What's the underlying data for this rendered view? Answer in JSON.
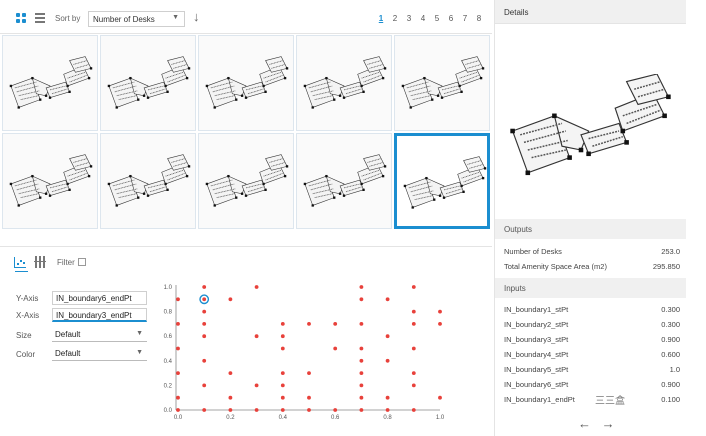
{
  "toolbar": {
    "sort_label": "Sort by",
    "sort_value": "Number of Desks",
    "sort_icon": "arrow-down-icon",
    "pages": [
      "1",
      "2",
      "3",
      "4",
      "5",
      "6",
      "7",
      "8"
    ],
    "active_page": "1"
  },
  "bottom": {
    "filter_label": "Filter",
    "fields": [
      {
        "label": "Y-Axis",
        "value": "IN_boundary6_endPt",
        "kind": "input"
      },
      {
        "label": "X-Axis",
        "value": "IN_boundary3_endPt",
        "kind": "input"
      },
      {
        "label": "Size",
        "value": "Default",
        "kind": "select"
      },
      {
        "label": "Color",
        "value": "Default",
        "kind": "select"
      }
    ]
  },
  "chart_data": {
    "type": "scatter",
    "xlim": [
      0.0,
      1.0
    ],
    "ylim": [
      0.0,
      1.0
    ],
    "x_ticks": [
      "0.0",
      "0.2",
      "0.4",
      "0.6",
      "0.8",
      "1.0"
    ],
    "y_ticks": [
      "0.0",
      "0.2",
      "0.4",
      "0.6",
      "0.8",
      "1.0"
    ],
    "color": "#e8413b",
    "highlight_color": "#1b8ed0",
    "points": [
      [
        0.0,
        0.9
      ],
      [
        0.0,
        0.7
      ],
      [
        0.0,
        0.5
      ],
      [
        0.0,
        0.3
      ],
      [
        0.0,
        0.1
      ],
      [
        0.0,
        0.0
      ],
      [
        0.1,
        1.0
      ],
      [
        0.1,
        0.9
      ],
      [
        0.1,
        0.8
      ],
      [
        0.1,
        0.7
      ],
      [
        0.1,
        0.6
      ],
      [
        0.1,
        0.4
      ],
      [
        0.1,
        0.2
      ],
      [
        0.1,
        0.0
      ],
      [
        0.2,
        0.9
      ],
      [
        0.2,
        0.3
      ],
      [
        0.2,
        0.1
      ],
      [
        0.2,
        0.0
      ],
      [
        0.3,
        1.0
      ],
      [
        0.3,
        0.6
      ],
      [
        0.3,
        0.2
      ],
      [
        0.3,
        0.0
      ],
      [
        0.4,
        0.7
      ],
      [
        0.4,
        0.6
      ],
      [
        0.4,
        0.5
      ],
      [
        0.4,
        0.3
      ],
      [
        0.4,
        0.2
      ],
      [
        0.4,
        0.1
      ],
      [
        0.4,
        0.0
      ],
      [
        0.5,
        0.7
      ],
      [
        0.5,
        0.3
      ],
      [
        0.5,
        0.1
      ],
      [
        0.5,
        0.0
      ],
      [
        0.6,
        0.7
      ],
      [
        0.6,
        0.5
      ],
      [
        0.6,
        0.0
      ],
      [
        0.7,
        1.0
      ],
      [
        0.7,
        0.9
      ],
      [
        0.7,
        0.7
      ],
      [
        0.7,
        0.5
      ],
      [
        0.7,
        0.4
      ],
      [
        0.7,
        0.3
      ],
      [
        0.7,
        0.2
      ],
      [
        0.7,
        0.1
      ],
      [
        0.7,
        0.0
      ],
      [
        0.8,
        0.9
      ],
      [
        0.8,
        0.6
      ],
      [
        0.8,
        0.4
      ],
      [
        0.8,
        0.1
      ],
      [
        0.8,
        0.0
      ],
      [
        0.9,
        1.0
      ],
      [
        0.9,
        0.8
      ],
      [
        0.9,
        0.7
      ],
      [
        0.9,
        0.5
      ],
      [
        0.9,
        0.3
      ],
      [
        0.9,
        0.2
      ],
      [
        0.9,
        0.0
      ],
      [
        1.0,
        0.8
      ],
      [
        1.0,
        0.7
      ],
      [
        1.0,
        0.1
      ]
    ],
    "highlight": [
      0.1,
      0.9
    ]
  },
  "details": {
    "title": "Details",
    "outputs_title": "Outputs",
    "outputs": [
      {
        "k": "Number of Desks",
        "v": "253.0"
      },
      {
        "k": "Total Amenity Space Area (m2)",
        "v": "295.850"
      }
    ],
    "inputs_title": "Inputs",
    "inputs": [
      {
        "k": "IN_boundary1_stPt",
        "v": "0.300"
      },
      {
        "k": "IN_boundary2_stPt",
        "v": "0.300"
      },
      {
        "k": "IN_boundary3_stPt",
        "v": "0.900"
      },
      {
        "k": "IN_boundary4_stPt",
        "v": "0.600"
      },
      {
        "k": "IN_boundary5_stPt",
        "v": "1.0"
      },
      {
        "k": "IN_boundary6_stPt",
        "v": "0.900"
      },
      {
        "k": "IN_boundary1_endPt",
        "v": "0.100"
      }
    ],
    "nav_prev": "←",
    "nav_next": "→",
    "watermark": "三三盒"
  }
}
